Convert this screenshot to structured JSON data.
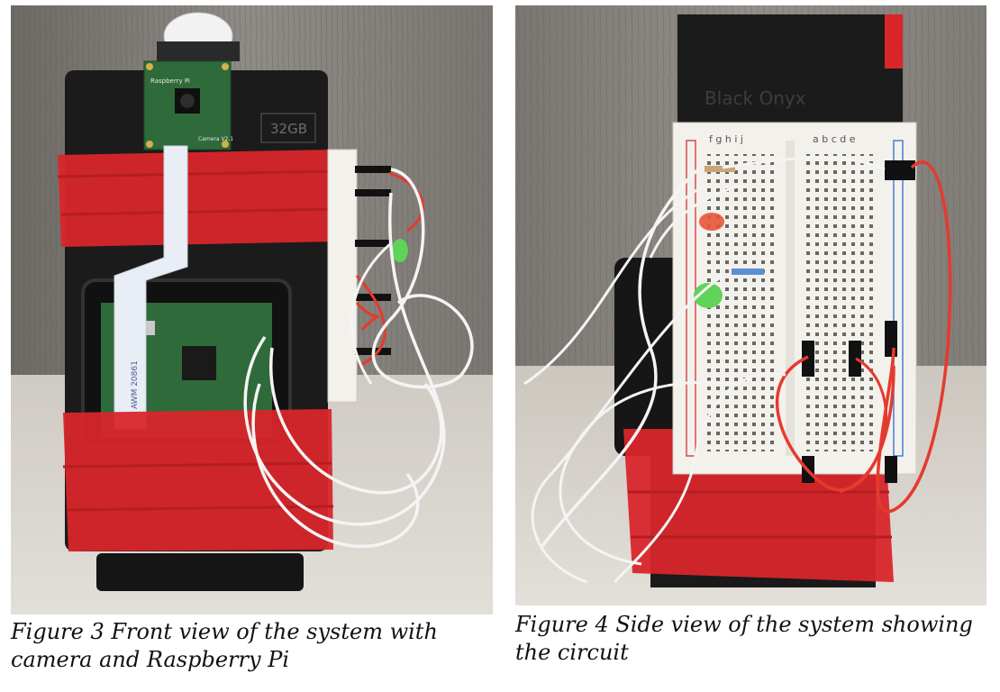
{
  "figures": [
    {
      "caption": "Figure 3 Front view of the system with camera and Raspberry Pi",
      "labels": {
        "case_capacity": "32GB",
        "board_brand": "Raspberry Pi",
        "camera_board": "Camera V2.1",
        "ribbon_code": "AWM 20861"
      }
    },
    {
      "caption": "Figure 4 Side view of the system showing the circuit",
      "labels": {
        "case_brand": "Black Onyx",
        "breadboard_letters_top": "a b c d e",
        "breadboard_letters_bottom": "f g h i j"
      }
    }
  ],
  "colors": {
    "tape": "#d8262b",
    "case": "#1b1b1b",
    "wire_white": "#f4f4f4",
    "wire_red": "#e53a2e",
    "pcb": "#2f6a3a",
    "led_green": "#5fd35a",
    "breadboard": "#f3f1ec"
  }
}
